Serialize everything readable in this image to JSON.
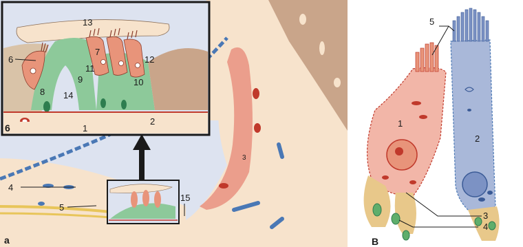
{
  "panel_a": {
    "label": "a",
    "inset_numbers": [
      "13",
      "6",
      "7",
      "11",
      "12",
      "8",
      "9",
      "10",
      "14",
      "1",
      "2"
    ],
    "inset_panel_label": "6",
    "main_numbers": [
      "3",
      "4",
      "5",
      "15"
    ]
  },
  "panel_b": {
    "label": "B",
    "numbers": [
      "5",
      "1",
      "2",
      "3",
      "4"
    ]
  },
  "colors": {
    "tissue": "#f7e3cc",
    "fluid": "#dde3f0",
    "dark_tissue": "#c9a58a",
    "support_cells": "#8dc99a",
    "hair_cells": "#e8947a",
    "outer_hair_cell_blue": "#a9b8d9",
    "inner_hair_cell_pink": "#f2b6a8",
    "vessel_red": "#c0392b",
    "vessel_blue": "#4a78b5"
  }
}
